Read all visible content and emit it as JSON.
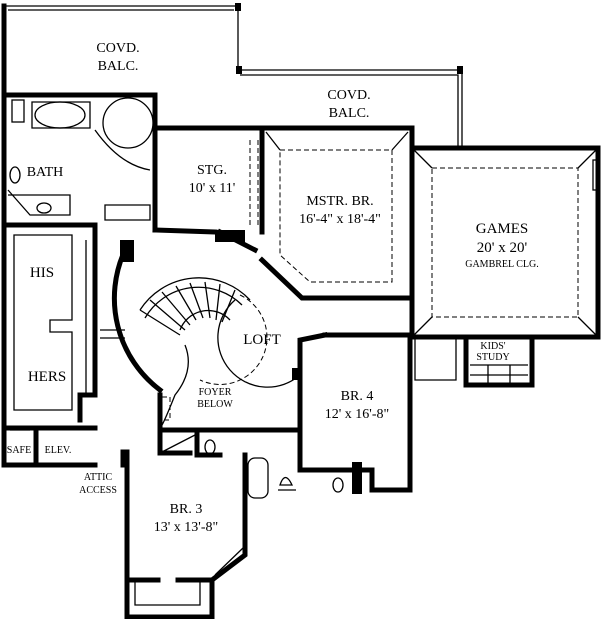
{
  "rooms": {
    "covd_balc_1": {
      "name": "COVD.",
      "sub": "BALC."
    },
    "covd_balc_2": {
      "name": "COVD.",
      "sub": "BALC."
    },
    "bath": {
      "name": "BATH"
    },
    "stg": {
      "name": "STG.",
      "size": "10' x 11'"
    },
    "mstr_br": {
      "name": "MSTR. BR.",
      "size": "16'-4\" x 18'-4\""
    },
    "games": {
      "name": "GAMES",
      "size": "20' x 20'",
      "note": "GAMBREL CLG."
    },
    "his": {
      "name": "HIS"
    },
    "hers": {
      "name": "HERS"
    },
    "loft": {
      "name": "LOFT"
    },
    "foyer": {
      "name": "FOYER",
      "sub": "BELOW"
    },
    "kids_study": {
      "name": "KIDS'",
      "sub": "STUDY"
    },
    "br4": {
      "name": "BR. 4",
      "size": "12' x 16'-8\""
    },
    "br3": {
      "name": "BR. 3",
      "size": "13' x 13'-8\""
    },
    "safe": {
      "name": "SAFE"
    },
    "elev": {
      "name": "ELEV."
    },
    "attic": {
      "name": "ATTIC",
      "sub": "ACCESS"
    }
  }
}
